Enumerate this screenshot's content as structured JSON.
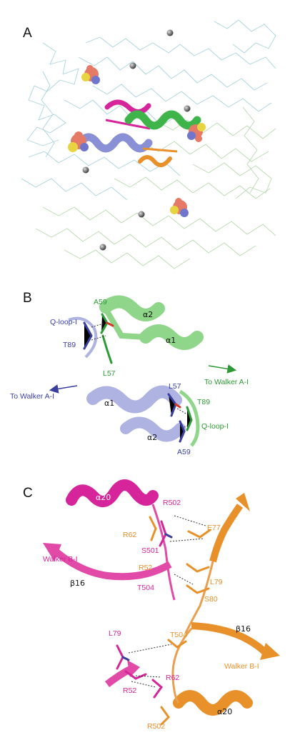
{
  "panels": {
    "A": {
      "letter": "A"
    },
    "B": {
      "letter": "B",
      "labels": {
        "a59_green": "A59",
        "alpha2_green": "α2",
        "qloop_blue": "Q-loop-I",
        "t89_blue": "T89",
        "alpha1_green": "α1",
        "l57_green": "L57",
        "to_walker_green": "To Walker A-I",
        "to_walker_blue": "To Walker A-I",
        "l57_blue": "L57",
        "alpha1_blue": "α1",
        "t89_green": "T89",
        "qloop_green": "Q-loop-I",
        "alpha2_blue": "α2",
        "a59_blue": "A59"
      }
    },
    "C": {
      "letter": "C",
      "labels": {
        "r502_magenta": "R502",
        "alpha20_magenta": "α20",
        "e77_orange": "E77",
        "r62_orange": "R62",
        "s501_magenta": "S501",
        "walker_b_magenta": "Walker B-I",
        "r52_orange": "R52",
        "l79_orange": "L79",
        "beta16_magenta": "β16",
        "t504_magenta": "T504",
        "s80_orange": "S80",
        "l79_magenta": "L79",
        "t504_orange": "T504",
        "beta16_orange": "β16",
        "r62_magenta": "R62",
        "walker_b_orange": "Walker B-I",
        "r52_magenta": "R52",
        "alpha20_orange": "α20",
        "r502_orange": "R502"
      }
    }
  },
  "colors": {
    "green": "#2e9a36",
    "green_helix": "#8fd68a",
    "blue": "#3a3f9e",
    "blue_helix": "#aeb3e2",
    "magenta": "#d6249a",
    "orange": "#e8902a",
    "trace_cyan": "#a9d3dc",
    "trace_green": "#b9d9b0"
  },
  "icons": [
    "sphere-icon",
    "arrow-right-icon",
    "arrow-left-icon"
  ]
}
